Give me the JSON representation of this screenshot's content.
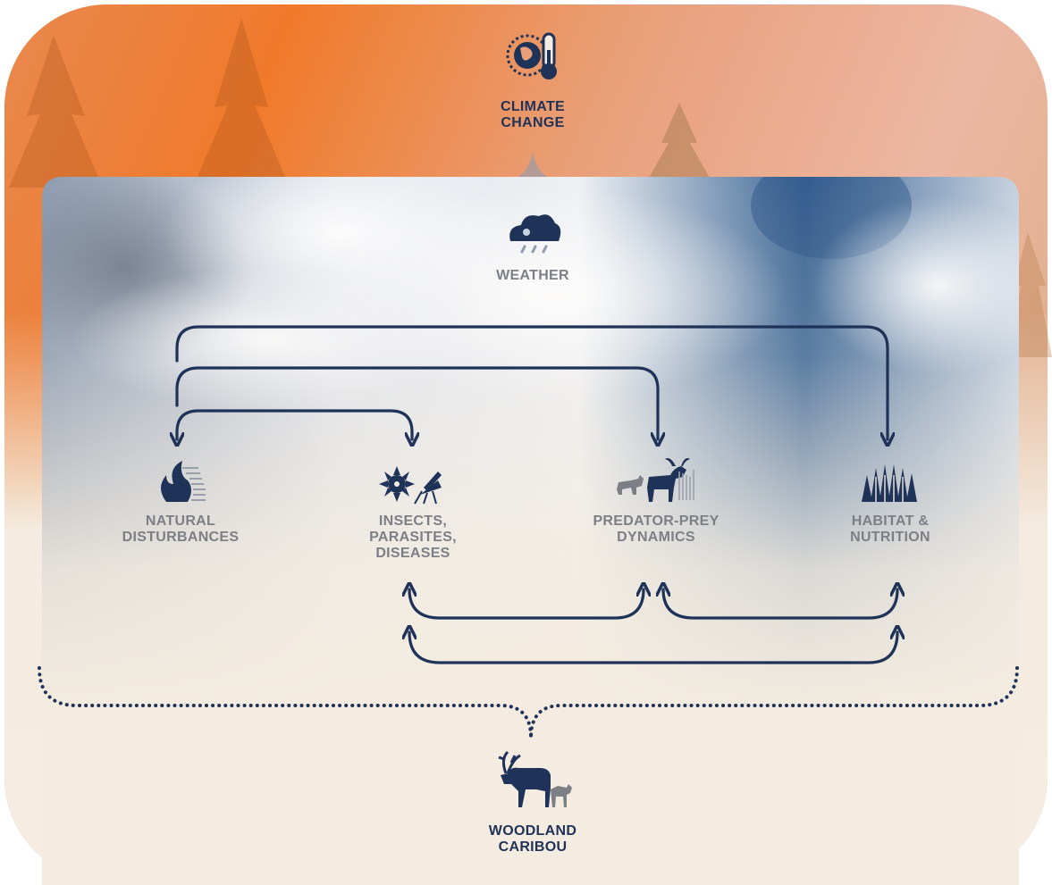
{
  "top": {
    "line1": "CLIMATE",
    "line2": "CHANGE",
    "icon": "globe-thermometer-icon"
  },
  "weather": {
    "label": "WEATHER",
    "icon": "cloud-rain-snow-icon"
  },
  "factors": [
    {
      "line1": "NATURAL",
      "line2": "DISTURBANCES",
      "line3": "",
      "icon": "fire-icon"
    },
    {
      "line1": "INSECTS,",
      "line2": "PARASITES,",
      "line3": "DISEASES",
      "icon": "insect-virus-icon"
    },
    {
      "line1": "PREDATOR-PREY",
      "line2": "DYNAMICS",
      "line3": "",
      "icon": "wolf-moose-icon"
    },
    {
      "line1": "HABITAT &",
      "line2": "NUTRITION",
      "line3": "",
      "icon": "forest-icon"
    }
  ],
  "bottom": {
    "line1": "WOODLAND",
    "line2": "CARIBOU",
    "icon": "caribou-icon"
  },
  "colors": {
    "navy": "#1f3258",
    "label_grey": "#7d7f86",
    "sunset_orange": "#ef7a2c",
    "cream": "#f4ece0"
  }
}
